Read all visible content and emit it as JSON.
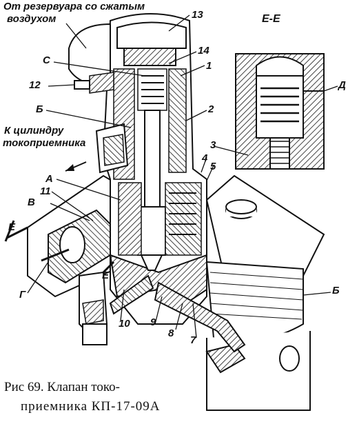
{
  "labels": {
    "supply_line_1": "От резервуара со сжатым",
    "supply_line_2": "воздухом",
    "section": "Е-Е",
    "cylinder_line_1": "К цилиндру",
    "cylinder_line_2": "токоприемника",
    "C": "С",
    "B_upper": "Б",
    "B_right": "Б",
    "A": "А",
    "V": "В",
    "G": "Г",
    "D": "Д",
    "E_left": "Е",
    "E_bottom": "Е",
    "n1": "1",
    "n2": "2",
    "n3": "3",
    "n4": "4",
    "n5": "5",
    "n7": "7",
    "n8": "8",
    "n9": "9",
    "n10": "10",
    "n11": "11",
    "n12": "12",
    "n13": "13",
    "n14": "14"
  },
  "caption": {
    "line_1": "Рис 69. Клапан токо-",
    "line_2": "приемника КП-17-09А"
  }
}
